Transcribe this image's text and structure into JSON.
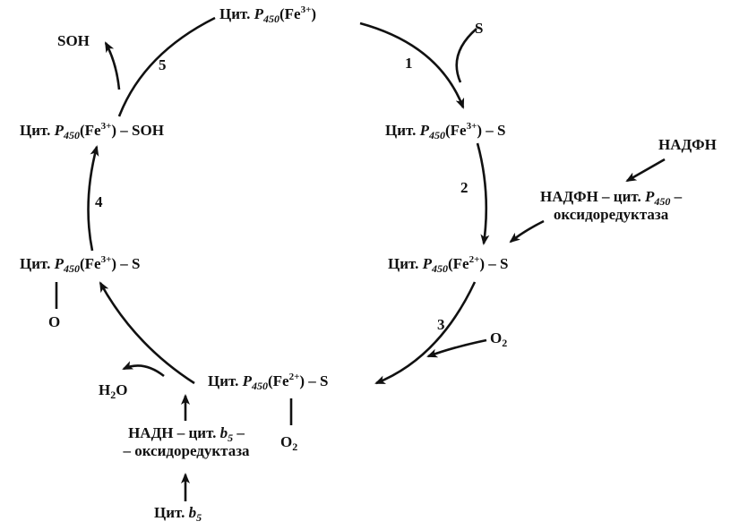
{
  "cyt": "Цит.",
  "p": "P",
  "p_sub": "450",
  "fe": "Fe",
  "fe3": "3+",
  "fe2": "2+",
  "substrate": "S",
  "product": "SOH",
  "oxygen": "O",
  "o2_base": "O",
  "o2_sub": "2",
  "h2o_h": "H",
  "h2o_sub": "2",
  "h2o_o": "O",
  "dash_s": "– S",
  "dash_soh": "– SOH",
  "nadph": "НАДФН",
  "nadph_reductase_line1": "НАДФН – цит.",
  "nadph_reductase_line1_tail": " –",
  "nadph_reductase_line2": "оксидоредуктаза",
  "nadh_reductase_line1": "НАДН – цит.",
  "b": "b",
  "b_sub": "5",
  "nadh_reductase_line1_tail": " –",
  "nadh_reductase_line2": "– оксидоредуктаза",
  "cyt_b5": "Цит.",
  "steps": [
    "1",
    "2",
    "3",
    "4",
    "5"
  ]
}
